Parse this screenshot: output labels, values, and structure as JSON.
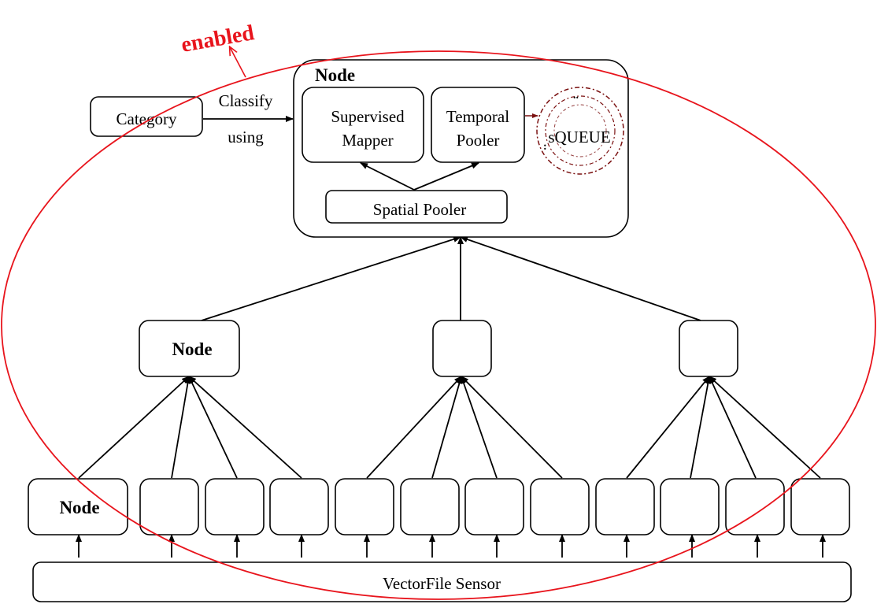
{
  "labels": {
    "top_node": "Node",
    "category": "Category",
    "classify_line1": "Classify",
    "classify_line2": "using",
    "supervised_line1": "Supervised",
    "supervised_line2": "Mapper",
    "temporal_line1": "Temporal",
    "temporal_line2": "Pooler",
    "squeue": "sQUEUE",
    "spatial_pooler": "Spatial Pooler",
    "mid_node": "Node",
    "bottom_node": "Node",
    "sensor": "VectorFile Sensor",
    "annotation": "enabled"
  },
  "colors": {
    "line": "#000000",
    "annotation": "#e8141c",
    "squeue": "#7a1010"
  }
}
